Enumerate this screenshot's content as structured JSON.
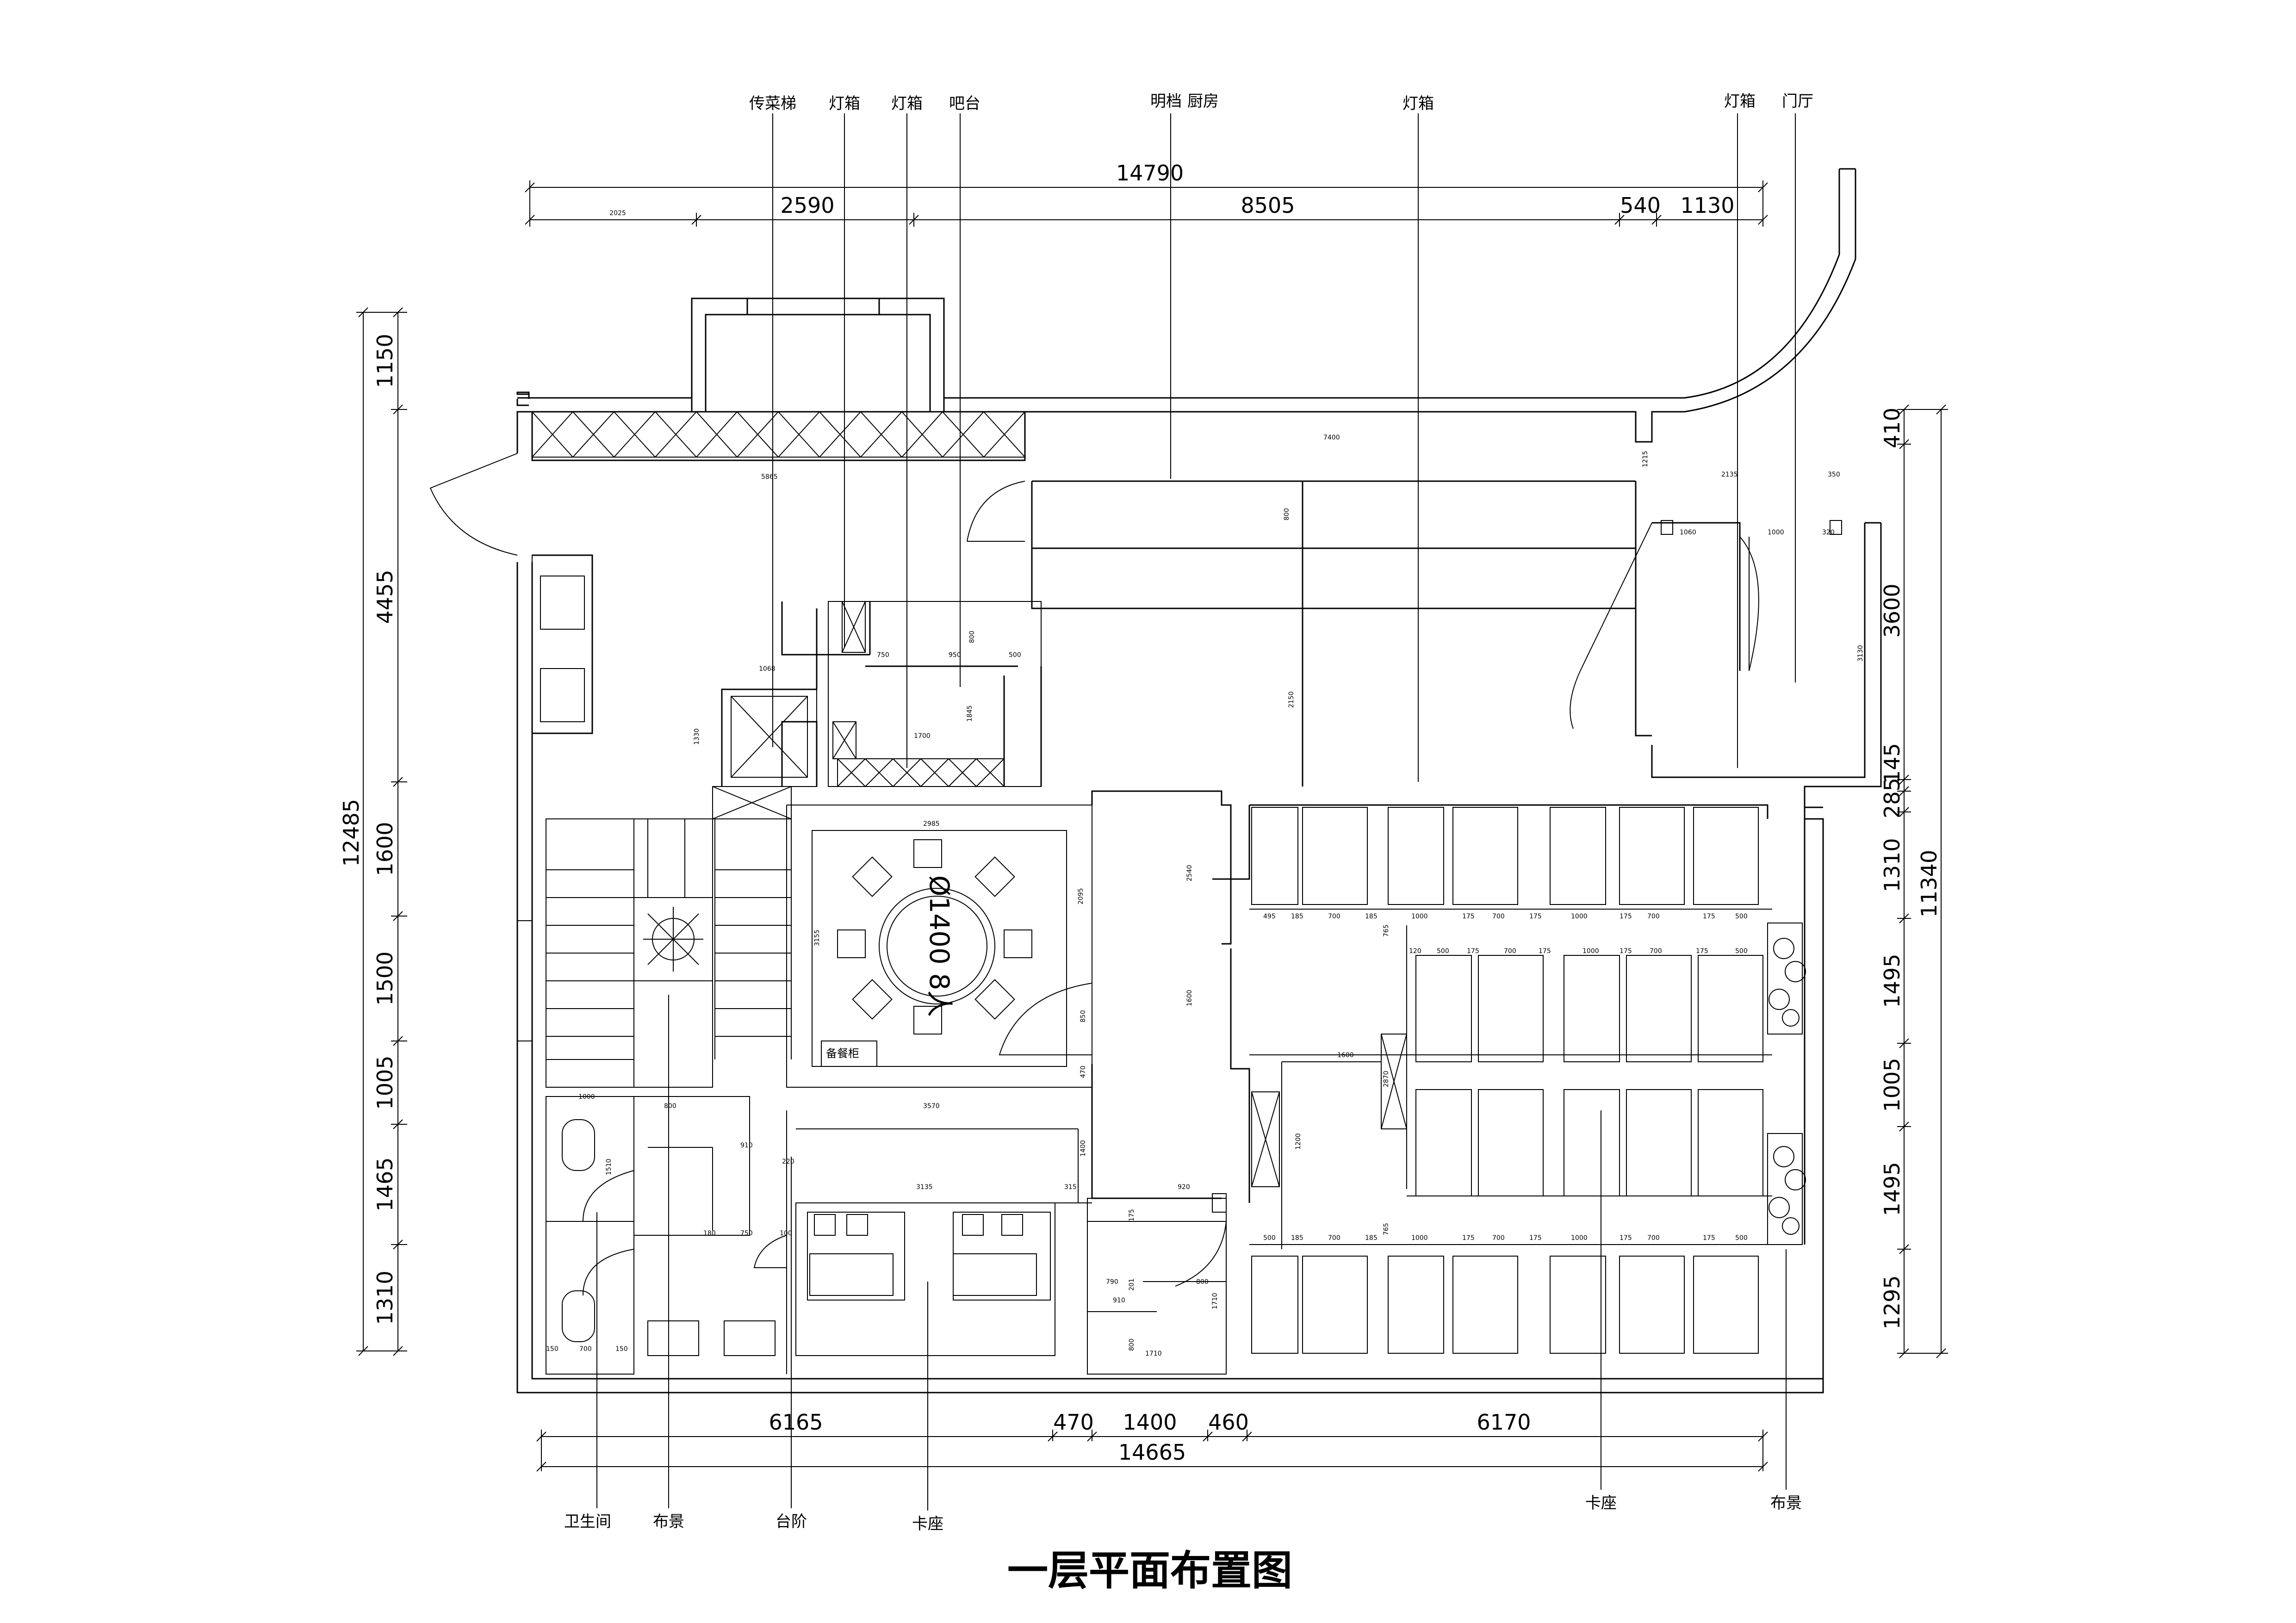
{
  "title": "一层平面布置图",
  "labels": {
    "top": [
      "传菜梯",
      "灯箱",
      "灯箱",
      "吧台",
      "明档",
      "厨房",
      "灯箱",
      "灯箱",
      "门厅"
    ],
    "bottom": [
      "卫生间",
      "布景",
      "台阶",
      "卡座",
      "卡座",
      "布景"
    ],
    "round_table": "Ø1400 8人",
    "cabinet": "备餐柜"
  },
  "dims": {
    "top_total": "14790",
    "top_parts": [
      "2590",
      "8505",
      "540",
      "1130"
    ],
    "top_sub": "2025",
    "bottom_total": "14665",
    "bottom_parts": [
      "6165",
      "470",
      "1400",
      "460",
      "6170"
    ],
    "left_total": "12485",
    "left_parts": [
      "1150",
      "4455",
      "1600",
      "1500",
      "1005",
      "1465",
      "1310"
    ],
    "right_total": "11340",
    "right_parts": [
      "410",
      "3600",
      "145",
      "285",
      "1310",
      "1495",
      "1005",
      "1495",
      "1295"
    ]
  },
  "small_dims": {
    "k7400": "7400",
    "k5865": "5865",
    "k800a": "800",
    "k2135": "2135",
    "k350": "350",
    "k1215": "1215",
    "k1060": "1060",
    "k1000t": "1000",
    "k320": "320",
    "k3130": "3130",
    "k2150": "2150",
    "k1068": "1068",
    "k750a": "750",
    "k950": "950",
    "k500a": "500",
    "k800b": "800",
    "k1845": "1845",
    "k1700": "1700",
    "k1330": "1330",
    "k2985": "2985",
    "k3155": "3155",
    "k2095": "2095",
    "k850": "850",
    "k470": "470",
    "k3570": "3570",
    "k2540": "2540",
    "k1600a": "1600",
    "k1400": "1400",
    "k3135": "3135",
    "k315": "315",
    "k920": "920",
    "k220": "220",
    "k910a": "910",
    "k1000w": "1000",
    "k800w": "800",
    "k1510": "1510",
    "k180": "180",
    "k750b": "750",
    "k100": "100",
    "k150a": "150",
    "k700": "700",
    "k150b": "150",
    "k790": "790",
    "k800c": "800",
    "k910b": "910",
    "k1710a": "1710",
    "k1710b": "1710",
    "k800d": "800",
    "k175": "175",
    "k201": "201",
    "k1600b": "1600",
    "k1200": "1200",
    "k2870": "2870",
    "k765a": "765",
    "k765b": "765",
    "row1": [
      "495",
      "185",
      "700",
      "185",
      "1000",
      "175",
      "700",
      "175",
      "1000",
      "175",
      "700",
      "175",
      "500"
    ],
    "row2": [
      "120",
      "500",
      "175",
      "700",
      "175",
      "1000",
      "175",
      "700",
      "175",
      "500"
    ],
    "row3": [
      "500",
      "185",
      "700",
      "185",
      "1000",
      "175",
      "700",
      "175",
      "1000",
      "175",
      "700",
      "175",
      "500"
    ]
  }
}
